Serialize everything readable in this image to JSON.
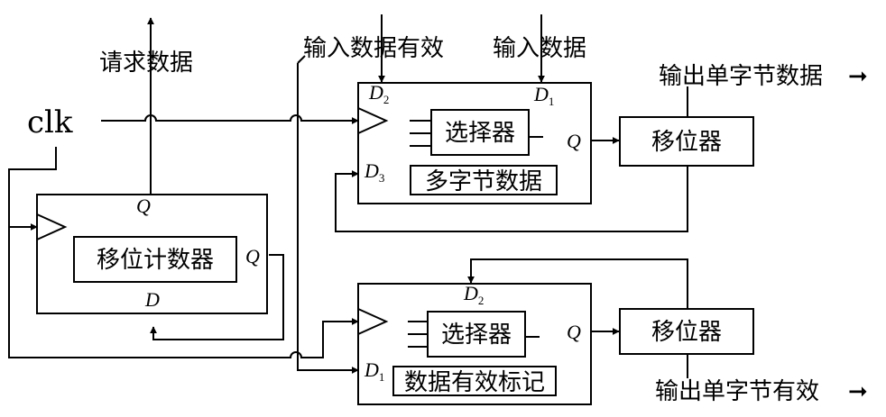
{
  "labels": {
    "clk": "clk",
    "request_data": "请求数据",
    "input_data_valid": "输入数据有效",
    "input_data": "输入数据",
    "output_byte_data": "输出单字节数据",
    "output_byte_valid": "输出单字节有效",
    "arrow_glyph": "➞"
  },
  "blocks": {
    "shift_counter": "移位计数器",
    "selector_top": "选择器",
    "multibyte_data": "多字节数据",
    "shifter_top": "移位器",
    "selector_bottom": "选择器",
    "data_valid_flag": "数据有效标记",
    "shifter_bottom": "移位器"
  },
  "pins": {
    "q": "Q",
    "d": "D",
    "d1": "D",
    "d1_sub": "1",
    "d2": "D",
    "d2_sub": "2",
    "d3": "D",
    "d3_sub": "3"
  }
}
